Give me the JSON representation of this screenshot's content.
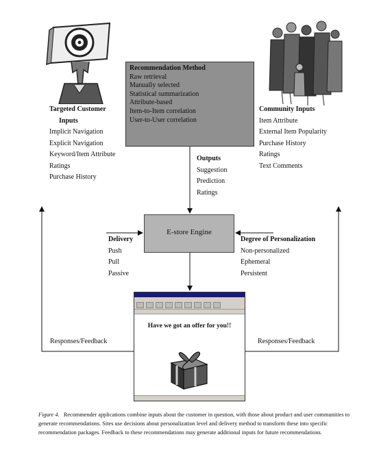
{
  "figure": {
    "method": {
      "title": "Recommendation Method",
      "items": [
        "Raw retrieval",
        "Manually selected",
        "Statistical summarization",
        "Attribute-based",
        "Item-to-Item correlation",
        "User-to-User correlation"
      ]
    },
    "targeted": {
      "title_line1": "Targeted Customer",
      "title_line2": "Inputs",
      "items": [
        "Implicit Navigation",
        "Explicit Navigation",
        "Keyword/Item Attribute",
        "Ratings",
        "Purchase History"
      ]
    },
    "community": {
      "title": "Community Inputs",
      "items": [
        "Item Attribute",
        "External Item Popularity",
        "Purchase History",
        "Ratings",
        "Text Comments"
      ]
    },
    "outputs": {
      "title": "Outputs",
      "items": [
        "Suggestion",
        "Prediction",
        "Ratings"
      ]
    },
    "engine": {
      "label": "E-store Engine"
    },
    "delivery": {
      "title": "Delivery",
      "items": [
        "Push",
        "Pull",
        "Passive"
      ]
    },
    "personalization": {
      "title": "Degree of Personalization",
      "items": [
        "Non-personalized",
        "Ephemeral",
        "Persistent"
      ]
    },
    "feedback": {
      "left": "Responses/Feedback",
      "right": "Responses/Feedback"
    },
    "browser": {
      "offer_text": "Have we got an offer for you!!"
    }
  },
  "caption": {
    "label": "Figure 4.",
    "text": "Recommender applications combine inputs about the customer in question, with those about product and user communities to generate recommendations. Sites use decisions about personalization level and delivery method to transform these into specific recommendation packages. Feedback to these recommendations may generate additional inputs for future recommendations."
  }
}
